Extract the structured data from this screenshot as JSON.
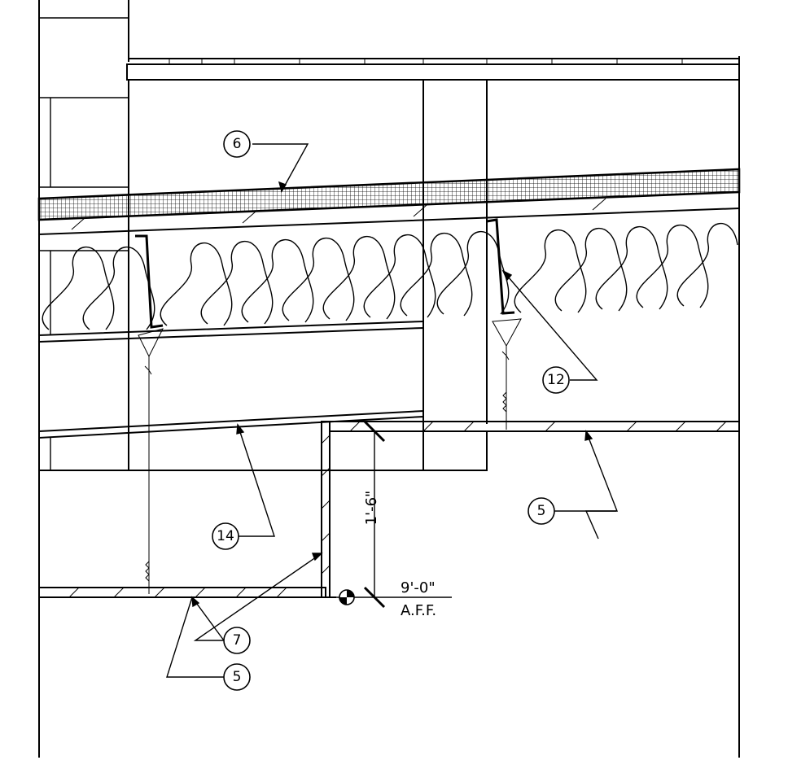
{
  "callouts": {
    "c6": "6",
    "c12": "12",
    "c5_right": "5",
    "c14": "14",
    "c7": "7",
    "c5_left": "5"
  },
  "dimensions": {
    "vertical": "1'-6\"",
    "elevation": "9'-0\"",
    "elevation_note": "A.F.F."
  }
}
